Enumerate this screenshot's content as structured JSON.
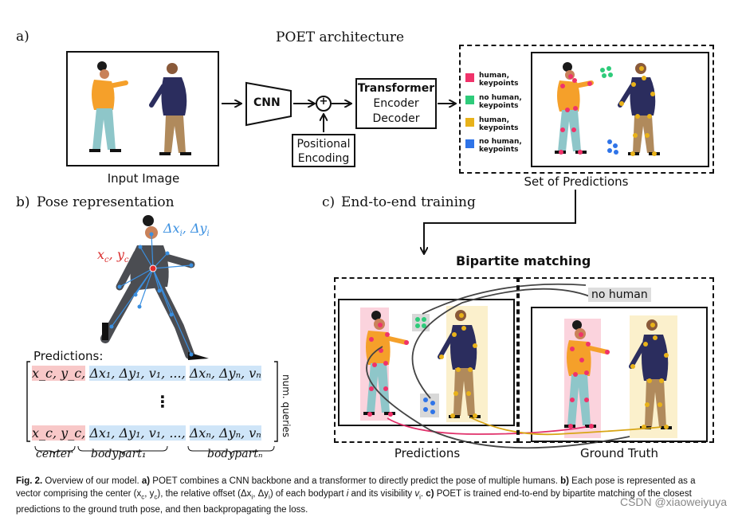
{
  "panel_a": {
    "letter": "a)",
    "title": "POET architecture",
    "input_label": "Input Image",
    "cnn": "CNN",
    "plus": "+",
    "positional": "Positional",
    "encoding": "Encoding",
    "transformer": "Transformer",
    "encoder": "Encoder",
    "decoder": "Decoder",
    "set_label": "Set of Predictions",
    "legend": [
      {
        "color": "#f0336a",
        "line1": "human,",
        "line2": "keypoints"
      },
      {
        "color": "#2ecb7a",
        "line1": "no human,",
        "line2": "keypoints"
      },
      {
        "color": "#e8b21a",
        "line1": "human,",
        "line2": "keypoints"
      },
      {
        "color": "#2f74e8",
        "line1": "no human,",
        "line2": "keypoints"
      }
    ]
  },
  "panel_b": {
    "letter": "b)",
    "title": "Pose representation",
    "delta_label": "Δx",
    "delta_sub": "i",
    "delta_sep": ", Δy",
    "delta_sub2": "i",
    "center_label": "x",
    "center_sub": "c",
    "center_sep": ", y",
    "center_sub2": "c",
    "predictions_label": "Predictions:",
    "row_center": "x_c, y_c,",
    "row_body1": "Δx₁, Δy₁, v₁, ...,",
    "row_bodyn": "Δxₙ, Δyₙ, vₙ",
    "dots": "⋮",
    "num_queries": "num. queries",
    "under_center": "center",
    "under_body1": "bodypart₁",
    "under_bodyn": "bodypartₙ"
  },
  "panel_c": {
    "letter": "c)",
    "title": "End-to-end training",
    "bipartite": "Bipartite matching",
    "no_human": "no human",
    "predictions": "Predictions",
    "ground_truth": "Ground Truth"
  },
  "caption": {
    "fig": "Fig. 2.",
    "intro": " Overview of our model. ",
    "a": "a)",
    "a_text": " POET combines a CNN backbone and a transformer to directly predict the pose of multiple humans. ",
    "b": "b)",
    "b_text": " Each pose is represented as a vector comprising the center (x",
    "b_text2": "c",
    "b_text3": ", y",
    "b_text4": "c",
    "b_text5": "), the relative offset (Δx",
    "b_text6": "i",
    "b_text7": ", Δy",
    "b_text8": "i",
    "b_text9": ") of each bodypart ",
    "b_i": "i",
    "b_text10": " and its visibility ",
    "b_v": "v",
    "b_vi": "i",
    "b_end": ". ",
    "c": "c)",
    "c_text": " POET is trained end-to-end by bipartite matching of the closest predictions to the ground truth pose, and then backpropagating the loss."
  },
  "watermark": "CSDN @xiaoweiyuya"
}
